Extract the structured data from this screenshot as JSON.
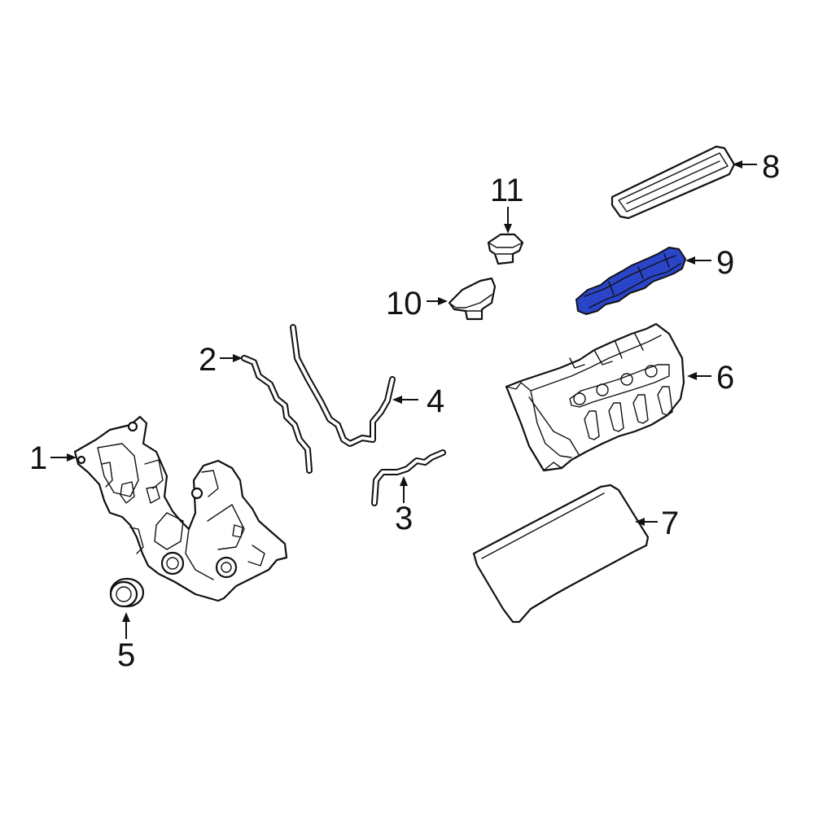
{
  "diagram": {
    "highlight_color": "#2a45c8",
    "line_color": "#111111",
    "background": "#ffffff",
    "callouts": [
      "1",
      "2",
      "3",
      "4",
      "5",
      "6",
      "7",
      "8",
      "9",
      "10",
      "11"
    ],
    "highlighted_callout": "9"
  }
}
